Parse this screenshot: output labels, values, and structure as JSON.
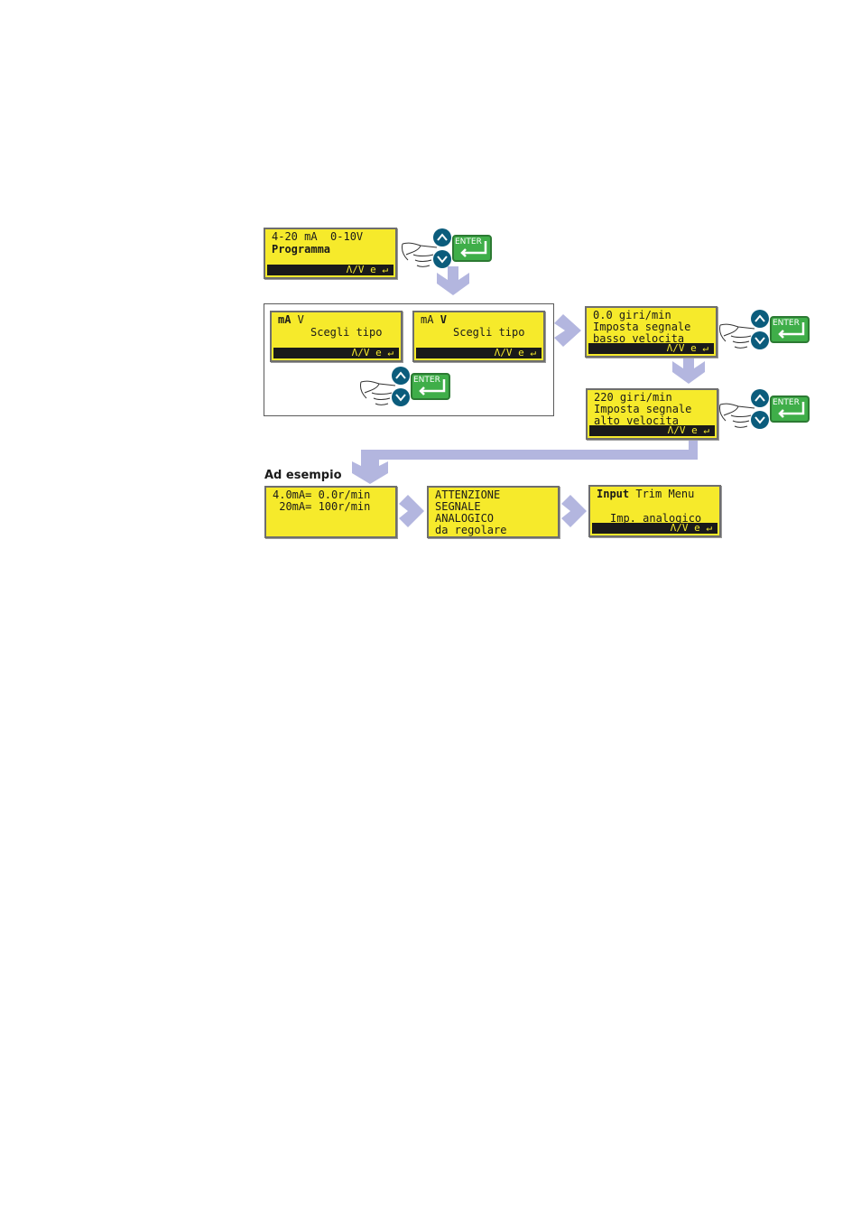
{
  "colors": {
    "lcd": "#f6ea2b",
    "arrow": "#b3b6df",
    "button": "#0b5c7c",
    "enter": "#3fae49"
  },
  "screens": {
    "programma": {
      "line1": "4-20 mA  0-10V",
      "line2": "Programma",
      "bar": "Λ/V e ↵"
    },
    "scegli_ma": {
      "line1a": "mA",
      "line1b": " V",
      "line2": "Scegli tipo",
      "bar": "Λ/V e ↵"
    },
    "scegli_v": {
      "line1a": "mA ",
      "line1b": "V",
      "line2": "Scegli tipo",
      "bar": "Λ/V e ↵"
    },
    "basso": {
      "line1": "0.0 giri/min",
      "line2": "Imposta segnale",
      "line3": "basso velocita",
      "bar": "Λ/V e ↵"
    },
    "alto": {
      "line1": "220 giri/min",
      "line2": "Imposta segnale",
      "line3": "alto velocita",
      "bar": "Λ/V e ↵"
    },
    "esempio": {
      "line1": "4.0mA= 0.0r/min",
      "line2": " 20mA= 100r/min"
    },
    "attenzione": {
      "line1": "ATTENZIONE",
      "line2": "SEGNALE",
      "line3": "ANALOGICO",
      "line4": "da regolare"
    },
    "trim": {
      "line1a": "Input",
      "line1b": " Trim Menu",
      "line2": "Imp. analogico",
      "bar": "Λ/V e ↵"
    }
  },
  "controls": {
    "enter_label": "ENTER",
    "up_icon": "chevron-up-icon",
    "down_icon": "chevron-down-icon",
    "hand_icon": "pointing-hand-icon"
  },
  "section_label": "Ad esempio"
}
